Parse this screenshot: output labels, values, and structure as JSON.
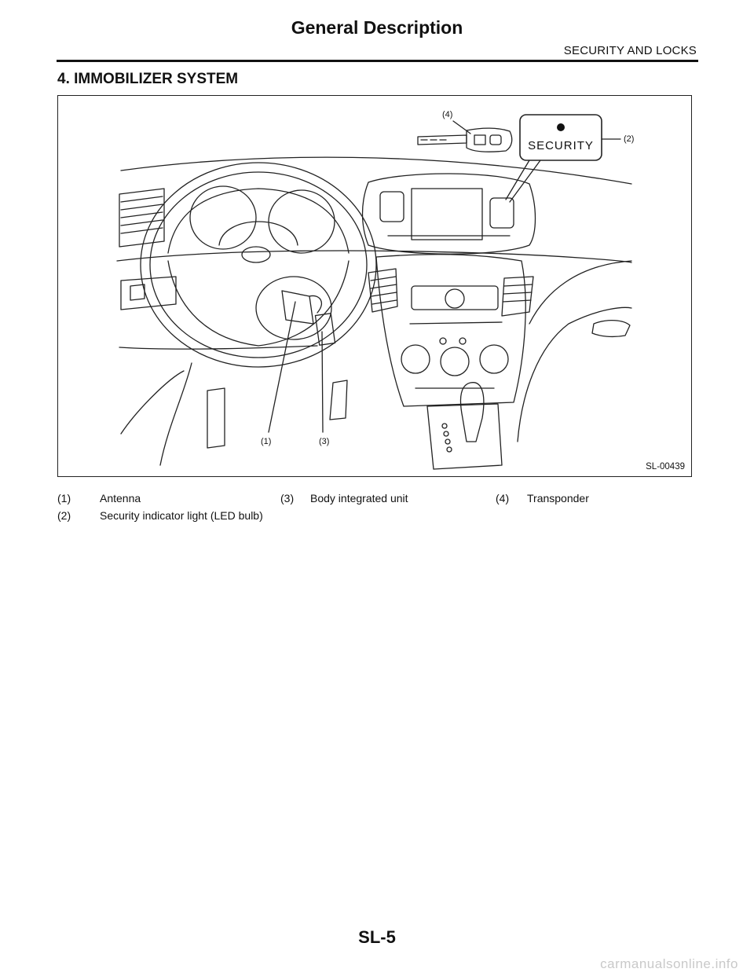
{
  "header": {
    "title": "General Description",
    "section": "SECURITY AND LOCKS"
  },
  "heading": "4.  IMMOBILIZER SYSTEM",
  "figure": {
    "id": "SL-00439",
    "security_label": "SECURITY",
    "callouts": [
      "(1)",
      "(2)",
      "(3)",
      "(4)"
    ]
  },
  "legend": [
    {
      "num": "(1)",
      "label": "Antenna"
    },
    {
      "num": "(3)",
      "label": "Body integrated unit"
    },
    {
      "num": "(4)",
      "label": "Transponder"
    },
    {
      "num": "(2)",
      "label": "Security indicator light (LED bulb)"
    }
  ],
  "footer": {
    "page": "SL-5",
    "watermark": "carmanualsonline.info"
  }
}
